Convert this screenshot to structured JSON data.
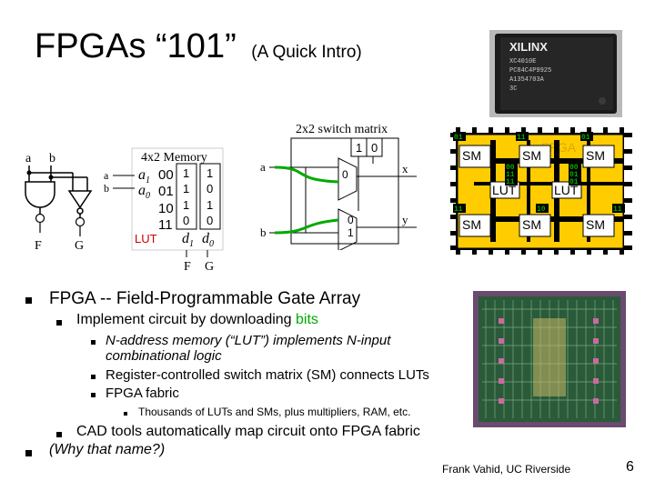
{
  "slide": {
    "title": "FPGAs “101”",
    "title_sub": "(A Quick Intro)",
    "page_number": "6",
    "footer": "Frank Vahid, UC Riverside"
  },
  "chip_photo": {
    "line1": "XILINX",
    "line2": "XC4010E",
    "line3": "PC84C4P9925",
    "line4": "A1354703A",
    "line5": "3C"
  },
  "gates": {
    "a": "a",
    "b": "b",
    "F": "F",
    "G": "G"
  },
  "lut": {
    "heading": "4x2 Memory",
    "input_a": "a",
    "input_b": "b",
    "a1": "a",
    "a1_sub": "1",
    "a0": "a",
    "a0_sub": "0",
    "addresses": [
      "00",
      "01",
      "10",
      "11"
    ],
    "col1": [
      "1",
      "1",
      "1",
      "0"
    ],
    "col2": [
      "1",
      "0",
      "1",
      "0"
    ],
    "label": "LUT",
    "d1": "d",
    "d1_sub": "1",
    "d0": "d",
    "d0_sub": "0",
    "out_F": "F",
    "out_G": "G"
  },
  "switch_matrix": {
    "heading": "2x2 switch matrix",
    "hdr1": "1",
    "hdr0": "0",
    "in_a": "a",
    "in_b": "b",
    "mux0_top": "0",
    "mux1_top": "0",
    "mux1_bot": "1",
    "out_x": "x",
    "out_y": "y"
  },
  "fabric": {
    "sm": "SM",
    "lut": "LUT",
    "fpga": "FPGA",
    "bits_11": "11",
    "bits_01": "01",
    "bits_10": "10",
    "bits_00": "00"
  },
  "bullets": {
    "b1": "FPGA -- Field-Programmable Gate Array",
    "b1a_pre": "Implement circuit by downloading ",
    "b1a_bits": "bits",
    "b1a1_l1": "N-address memory (“LUT”) implements N-input",
    "b1a1_l2": "combinational logic",
    "b1a2": "Register-controlled switch matrix (SM) connects LUTs",
    "b1a3": "FPGA fabric",
    "b1a3a": "Thousands of LUTs and SMs, plus multipliers, RAM, etc.",
    "b1b": "CAD tools automatically map circuit onto FPGA fabric",
    "b2": "(Why that name?)"
  },
  "colors": {
    "green": "#00aa00",
    "fabric_yellow": "#ffcc00",
    "accent_red": "#cc0000"
  }
}
